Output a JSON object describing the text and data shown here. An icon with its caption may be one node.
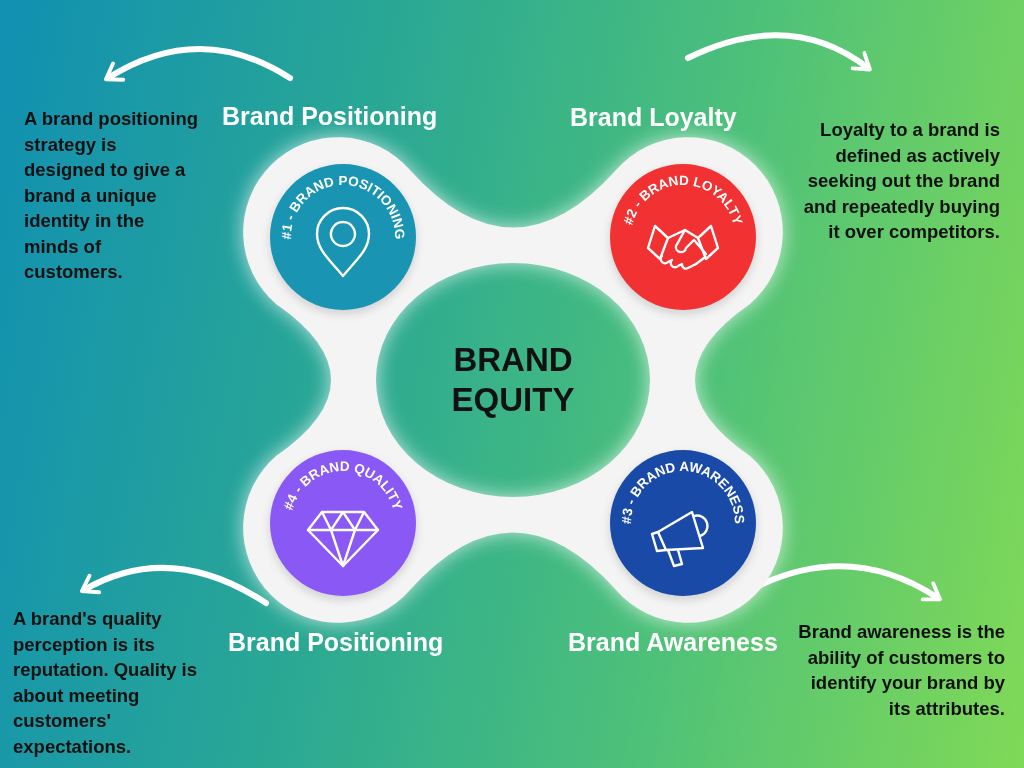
{
  "diagram": {
    "nodes": [
      {
        "text": [
          "BRAND EQUITY"
        ]
      },
      {
        "text": [
          "#1 - BRAND POSITIONING"
        ],
        "in": 0
      },
      {
        "text": [
          "#2 - BRAND LOYALTY"
        ],
        "in": 0
      },
      {
        "text": [
          "#4 - BRAND QUALITY"
        ],
        "in": 0
      },
      {
        "text": [
          "#3 - BRAND AWARENESS"
        ],
        "in": 0
      }
    ],
    "labels": [
      "A brand positioning strategy is designed to give a brand a unique identity in the minds of customers.",
      "Brand Positioning",
      "Brand Loyalty",
      "Loyalty to a brand is defined as actively seeking out the brand and repeatedly buying it over competitors.",
      "A brand's quality perception is its reputation. Quality is about meeting customers' expectations.",
      "Brand Positioning",
      "Brand Awareness",
      "Brand awareness is the ability of customers to identify your brand by its attributes."
    ]
  }
}
